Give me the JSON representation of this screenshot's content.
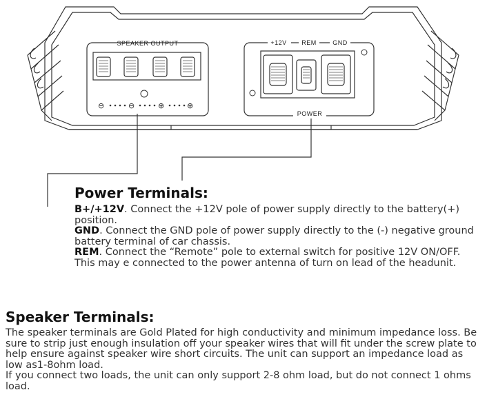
{
  "diagram": {
    "speaker_output_label": "SPEAKER OUTPUT",
    "speaker_polarity": [
      "⊖",
      "⊖",
      "⊕",
      "⊕"
    ],
    "power_terminal_labels": [
      "+12V",
      "REM",
      "GND"
    ],
    "power_label": "POWER"
  },
  "power": {
    "heading": "Power Terminals:",
    "items": [
      {
        "term": "B+/+12V",
        "text": ". Connect the +12V pole of power supply directly to the battery(+) position."
      },
      {
        "term": "GND",
        "text": ". Connect the GND pole of power supply directly to the (-) negative ground battery terminal of car chassis."
      },
      {
        "term": "REM",
        "text": ". Connect the “Remote” pole to external switch for positive 12V ON/OFF. This may e connected to the power antenna of turn on lead of the headunit."
      }
    ]
  },
  "speaker": {
    "heading": "Speaker Terminals:",
    "para1": "The speaker terminals are Gold Plated for high conductivity and minimum impedance loss.  Be sure to strip just enough insulation off your speaker wires that will fit under the screw plate to help ensure against speaker wire short circuits. The unit can support an impedance load as low as1-8ohm load.",
    "para2": "If you connect two loads, the unit can only support 2-8 ohm load, but do not connect 1 ohms load."
  }
}
